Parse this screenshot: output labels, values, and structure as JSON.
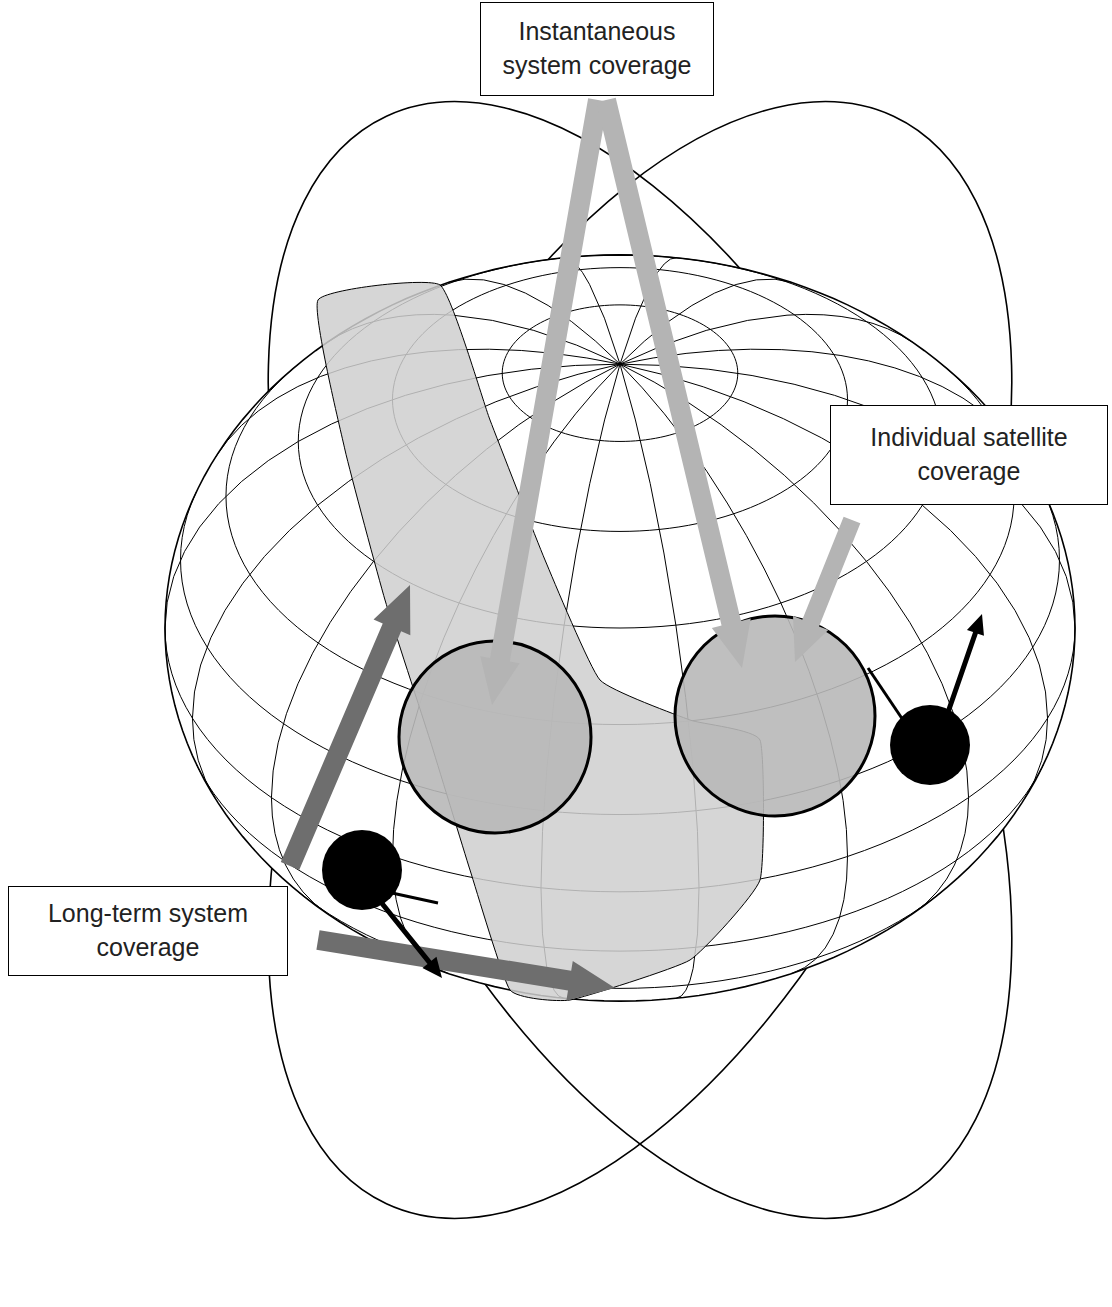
{
  "diagram": {
    "nodes": [
      {
        "text": [
          "Instantaneous system coverage"
        ]
      },
      {
        "text": [
          "Individual satellite coverage"
        ]
      },
      {
        "text": [
          "Long-term system coverage"
        ]
      }
    ]
  }
}
